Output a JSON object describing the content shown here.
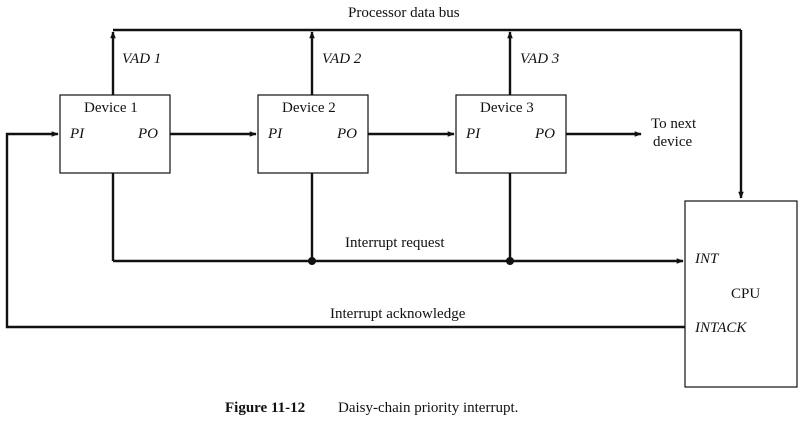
{
  "diagram": {
    "bus_label": "Processor data bus",
    "devices": [
      {
        "name": "Device 1",
        "vad": "VAD 1",
        "pi": "PI",
        "po": "PO"
      },
      {
        "name": "Device 2",
        "vad": "VAD 2",
        "pi": "PI",
        "po": "PO"
      },
      {
        "name": "Device 3",
        "vad": "VAD 3",
        "pi": "PI",
        "po": "PO"
      }
    ],
    "next_device_line1": "To next",
    "next_device_line2": "device",
    "interrupt_request": "Interrupt request",
    "interrupt_acknowledge": "Interrupt acknowledge",
    "cpu": {
      "int": "INT",
      "label": "CPU",
      "intack": "INTACK"
    }
  },
  "caption": {
    "number": "Figure 11-12",
    "text": "Daisy-chain priority interrupt."
  }
}
